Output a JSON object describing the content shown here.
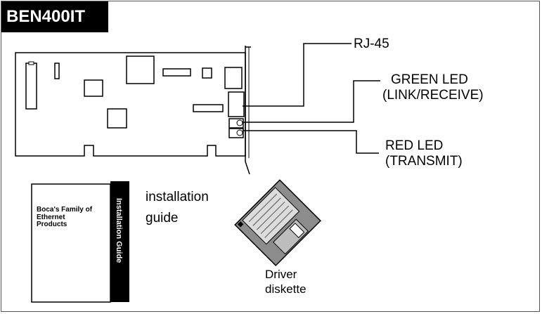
{
  "title": "BEN400IT",
  "connectors": {
    "rj45": {
      "label": "RJ-45"
    },
    "green_led": {
      "line1": "GREEN LED",
      "line2": "(LINK/RECEIVE)"
    },
    "red_led": {
      "line1": "RED LED",
      "line2": "(TRANSMIT)"
    }
  },
  "manual": {
    "cover_text": "Boca's Family of Ethernet Products",
    "spine_text": "Installation Guide",
    "caption_line1": "installation",
    "caption_line2": "guide"
  },
  "diskette": {
    "caption_line1": "Driver",
    "caption_line2": "diskette"
  },
  "colors": {
    "ink": "#000000",
    "frame": "#555555",
    "disk_body": "#8c8c8c",
    "disk_label": "#dcdcdc"
  }
}
